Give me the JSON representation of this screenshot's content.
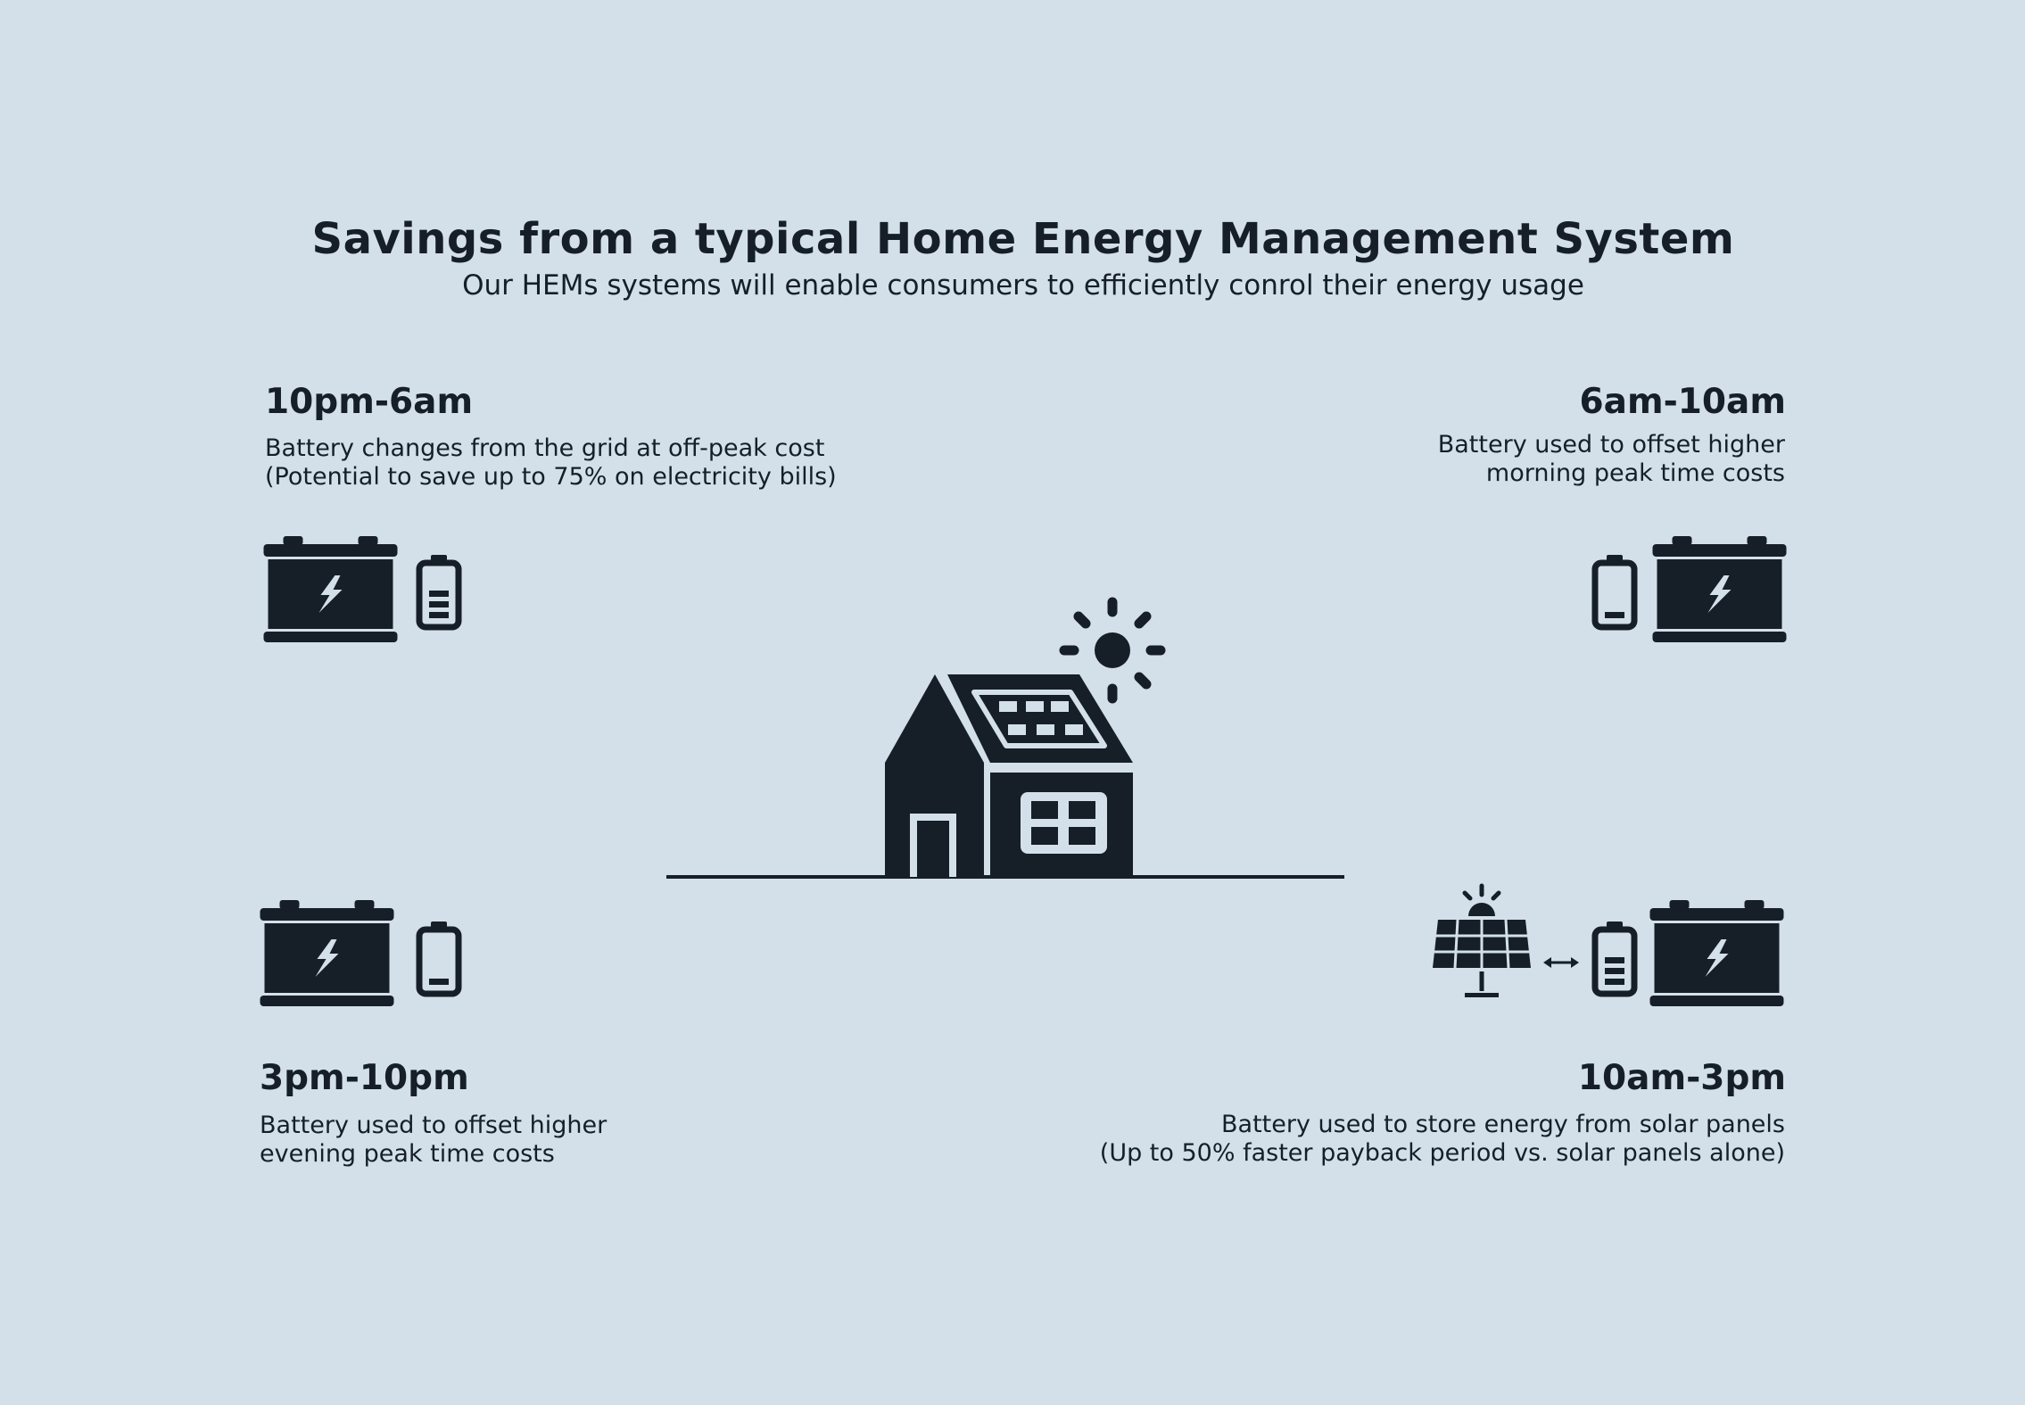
{
  "header": {
    "title": "Savings from a typical Home Energy Management System",
    "subtitle": "Our HEMs systems will enable consumers to efficiently conrol their energy usage"
  },
  "panels": {
    "top_left": {
      "time": "10pm-6am",
      "line1": "Battery changes from the grid at off-peak cost",
      "line2": "(Potential to save up to 75% on electricity bills)",
      "battery_level_bars": 3
    },
    "top_right": {
      "time": "6am-10am",
      "line1": "Battery used to offset higher",
      "line2": "morning peak time costs",
      "battery_level_bars": 1
    },
    "bottom_left": {
      "time": "3pm-10pm",
      "line1": "Battery used to offset higher",
      "line2": "evening peak time costs",
      "battery_level_bars": 1
    },
    "bottom_right": {
      "time": "10am-3pm",
      "line1": "Battery used to store energy from solar panels",
      "line2": "(Up to 50% faster payback period vs. solar panels alone)",
      "battery_level_bars": 3
    }
  },
  "colors": {
    "background": "#d3e0e9",
    "ink": "#161f28"
  }
}
